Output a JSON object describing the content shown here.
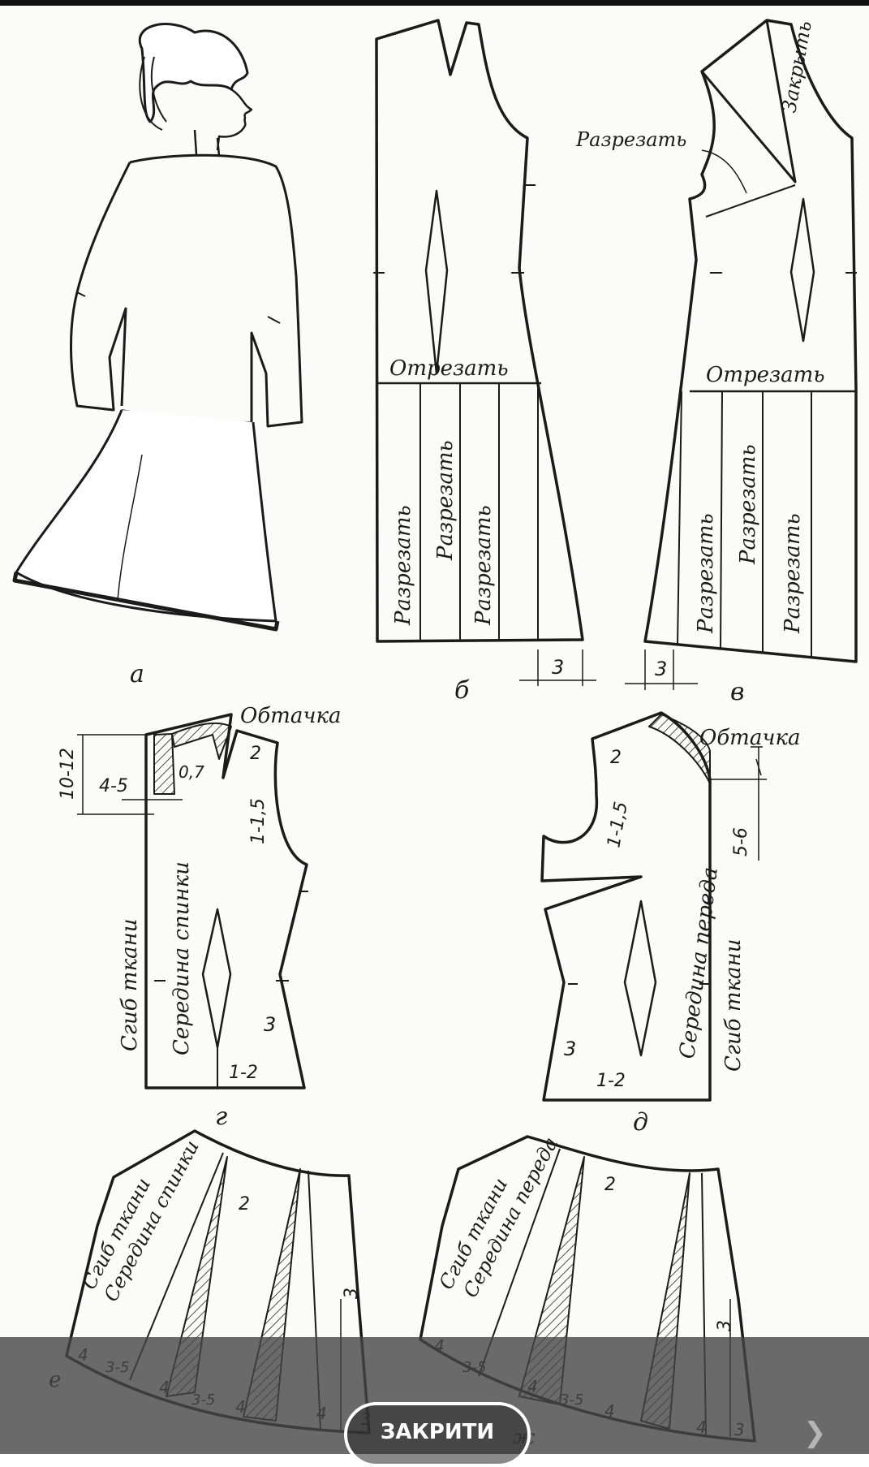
{
  "figure": {
    "panel_labels": {
      "a": "а",
      "b": "б",
      "v": "в",
      "g": "г",
      "d": "д",
      "e": "е",
      "zh": "ж"
    },
    "b_panel": {
      "cut_off": "Отрезать",
      "cut_1": "Разрезать",
      "cut_2": "Разрезать",
      "cut_3": "Разрезать",
      "dim_3": "3"
    },
    "v_panel": {
      "close": "Закрыть",
      "cut_top": "Разрезать",
      "cut_off": "Отрезать",
      "cut_1": "Разрезать",
      "cut_2": "Разрезать",
      "cut_3": "Разрезать",
      "dim_3": "3"
    },
    "g_panel": {
      "facing": "Обтачка",
      "dim_10_12": "10-12",
      "dim_4_5": "4-5",
      "dim_07": "0,7",
      "dim_2": "2",
      "dim_1_15": "1-1,5",
      "fold": "Сгиб ткани",
      "center_back": "Середина спинки",
      "dim_3": "3",
      "dim_1_2": "1-2"
    },
    "d_panel": {
      "facing": "Обтачка",
      "dim_2": "2",
      "dim_1_15": "1-1,5",
      "dim_5_6": "5-6",
      "center_front": "Середина переда",
      "fold": "Сгиб ткани",
      "dim_3": "3",
      "dim_1_2": "1-2"
    },
    "e_panel": {
      "fold": "Сгиб ткани",
      "center_back": "Середина спинки",
      "dim_2": "2",
      "dim_3": "3",
      "dim_4a": "4",
      "dim_35a": "3-5",
      "dim_4b": "4",
      "dim_35b": "3-5",
      "dim_4c": "4",
      "dim_4d": "4",
      "dim_3b": "3"
    },
    "zh_panel": {
      "fold": "Сгиб ткани",
      "center_front": "Середина переда",
      "dim_2": "2",
      "dim_3": "3",
      "dim_4a": "4",
      "dim_35a": "3-5",
      "dim_4b": "4",
      "dim_35b": "3-5",
      "dim_4c": "4",
      "dim_4d": "4",
      "dim_3b": "3"
    }
  },
  "overlay": {
    "close_label": "ЗАКРИТИ",
    "next_icon": "chevron-right-icon"
  }
}
